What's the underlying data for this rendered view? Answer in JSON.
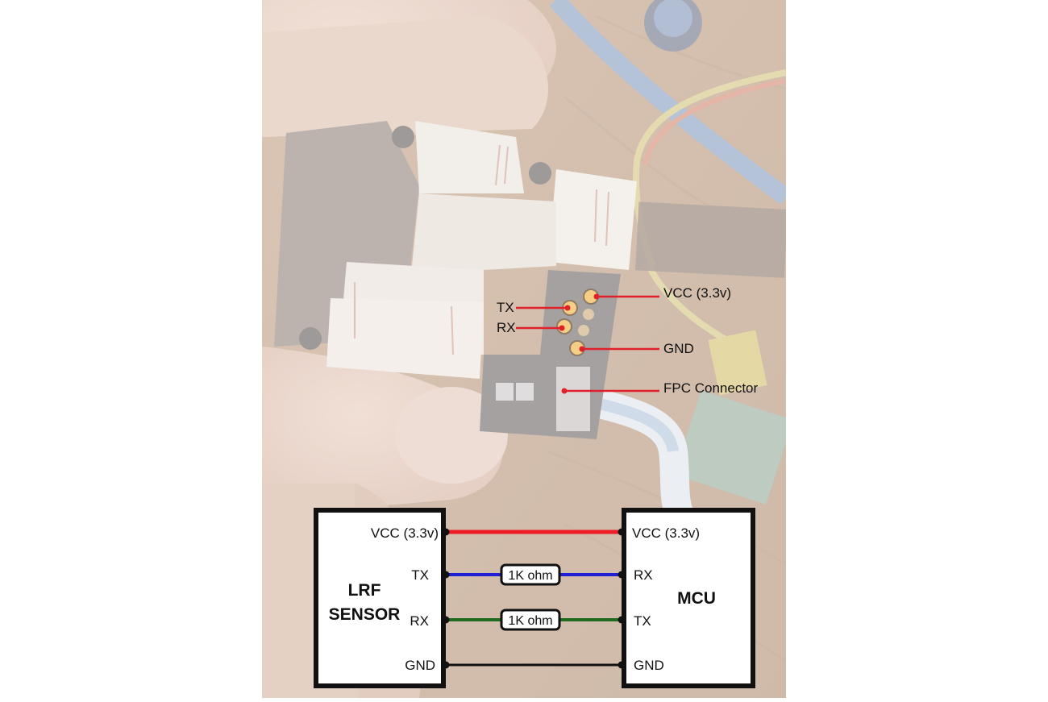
{
  "photo_labels": {
    "tx": "TX",
    "rx": "RX",
    "vcc": "VCC (3.3v)",
    "gnd": "GND",
    "fpc": "FPC Connector"
  },
  "schematic": {
    "left_box": {
      "title_line1": "LRF",
      "title_line2": "SENSOR",
      "pins": [
        "VCC (3.3v)",
        "TX",
        "RX",
        "GND"
      ]
    },
    "right_box": {
      "title": "MCU",
      "pins": [
        "VCC (3.3v)",
        "RX",
        "TX",
        "GND"
      ]
    },
    "resistor_top": "1K ohm",
    "resistor_bottom": "1K ohm",
    "wire_colors": {
      "vcc": "#ee1c24",
      "tx_rx": "#1f1fd4",
      "rx_tx": "#1e6b1e",
      "gnd": "#111111",
      "callout": "#e0202a",
      "pin_fill": "#f0b84a"
    }
  }
}
